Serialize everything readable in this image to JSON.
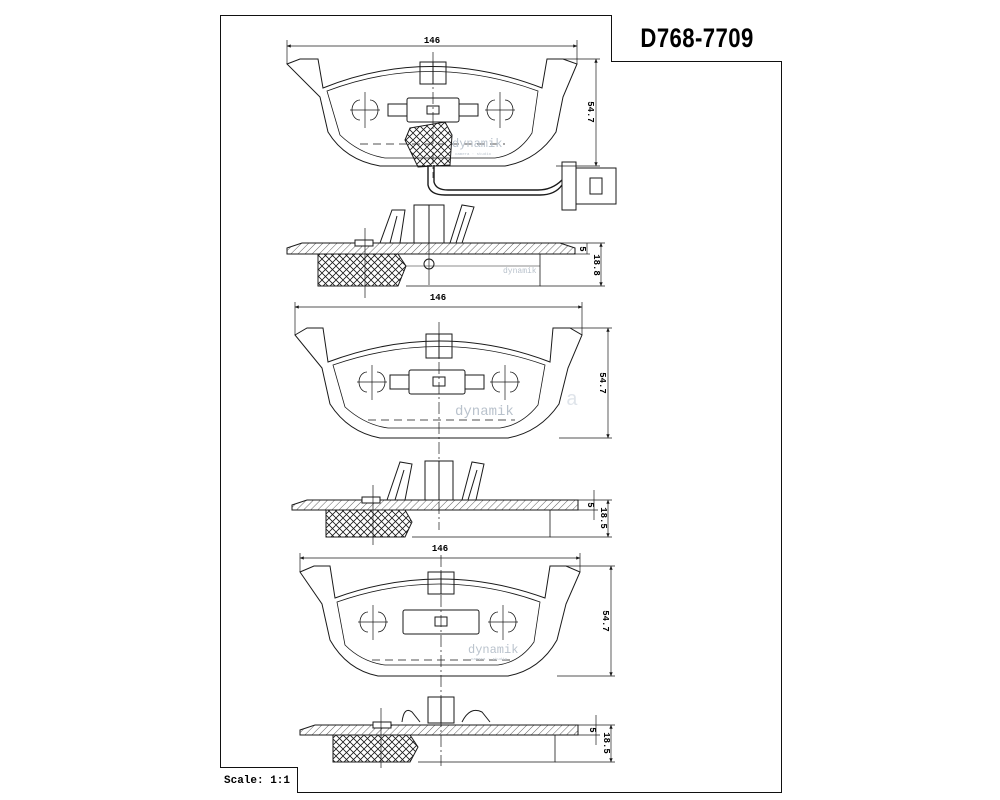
{
  "title_block": {
    "part_number": "D768-7709"
  },
  "scale": {
    "text": "Scale: 1:1"
  },
  "dimensions": {
    "view1_width": "146",
    "view1_height": "54.7",
    "side1_backplate": "5",
    "side1_total": "18.8",
    "view2_width": "146",
    "view2_height": "54.7",
    "side2_backplate": "5",
    "side2_total": "18.5",
    "view3_width": "146",
    "view3_height": "54.7",
    "side3_backplate": "5",
    "side3_total": "18.5"
  },
  "watermarks": {
    "brand": "dynamik",
    "tagline": "camera · studio",
    "faint": "a"
  },
  "colors": {
    "line": "#1a1a1a",
    "watermark": "#b9c2cc"
  }
}
